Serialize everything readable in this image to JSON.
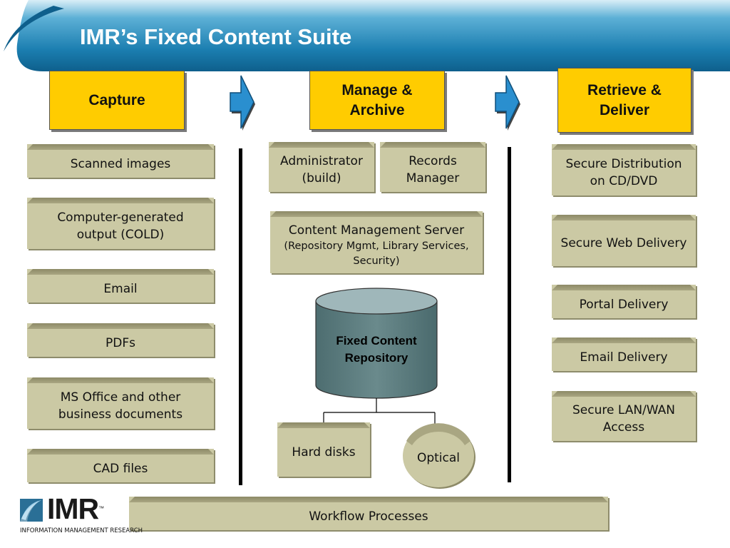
{
  "title": "IMR’s Fixed Content Suite",
  "stages": {
    "capture": "Capture",
    "manage": "Manage &\nArchive",
    "retrieve": "Retrieve &\nDeliver"
  },
  "capture_items": {
    "scanned": "Scanned images",
    "cold": "Computer-generated\noutput (COLD)",
    "email": "Email",
    "pdfs": "PDFs",
    "msoffice": "MS Office and other\nbusiness documents",
    "cad": "CAD files"
  },
  "manage_items": {
    "administrator": "Administrator\n(build)",
    "records": "Records\nManager",
    "cms_title": "Content Management Server",
    "cms_sub": "(Repository Mgmt, Library Services,\nSecurity)",
    "repository": "Fixed Content\nRepository",
    "hard_disks": "Hard disks",
    "optical": "Optical"
  },
  "retrieve_items": {
    "cd_dvd": "Secure Distribution\non CD/DVD",
    "web": "Secure Web Delivery",
    "portal": "Portal Delivery",
    "email": "Email Delivery",
    "lan_wan": "Secure LAN/WAN\nAccess"
  },
  "workflow": "Workflow Processes",
  "logo": {
    "name": "IMR",
    "trademark": "™",
    "tagline": "INFORMATION MANAGEMENT RESEARCH"
  },
  "colors": {
    "header_blue": "#1f7fb0",
    "stage_yellow": "#ffcc00",
    "box_khaki": "#cbc9a4",
    "arrow_blue": "#2a8fcf",
    "cylinder": "#5a7a7c"
  }
}
